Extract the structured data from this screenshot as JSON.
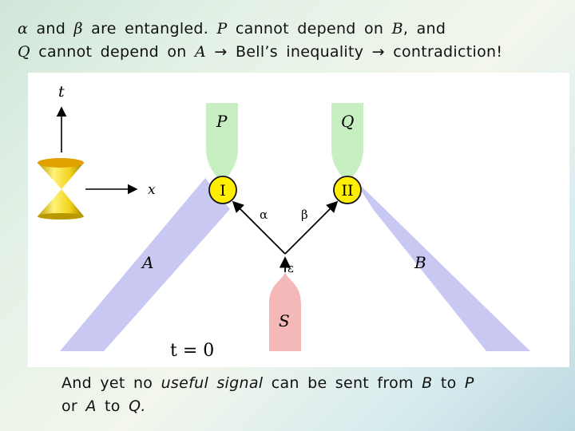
{
  "header": {
    "line1": {
      "alpha": "α",
      "and1": "and",
      "beta": "β",
      "entangled": "are entangled.",
      "P": "P",
      "cannot_depend_on_1": "cannot depend on",
      "B": "B",
      "and2": ", and"
    },
    "line2": {
      "Q": "Q",
      "cannot_depend_on_2": "cannot depend on",
      "A": "A",
      "arrow1": "→",
      "bell": "Bell’s inequality",
      "arrow2": "→",
      "contradiction": "contradiction!"
    }
  },
  "diagram": {
    "axis_t": "t",
    "axis_x": "x",
    "label_P": "P",
    "label_Q": "Q",
    "label_I": "I",
    "label_II": "II",
    "label_alpha": "α",
    "label_beta": "β",
    "label_epsilon": "ε",
    "label_A": "A",
    "label_B": "B",
    "label_S": "S",
    "t_zero": "t = 0",
    "colors": {
      "beam": "#c8c8f2",
      "detector": "#c8efc2",
      "source": "#f4b8b8",
      "node": "#ffee00",
      "cone": "#f2d21a"
    }
  },
  "footer": {
    "prefix": "And yet no",
    "useful_signal": "useful signal",
    "middle": "can be sent from",
    "B": "B",
    "to1": "to",
    "P": "P",
    "line2_prefix": "or",
    "A": "A",
    "to2": "to",
    "Q": "Q."
  }
}
